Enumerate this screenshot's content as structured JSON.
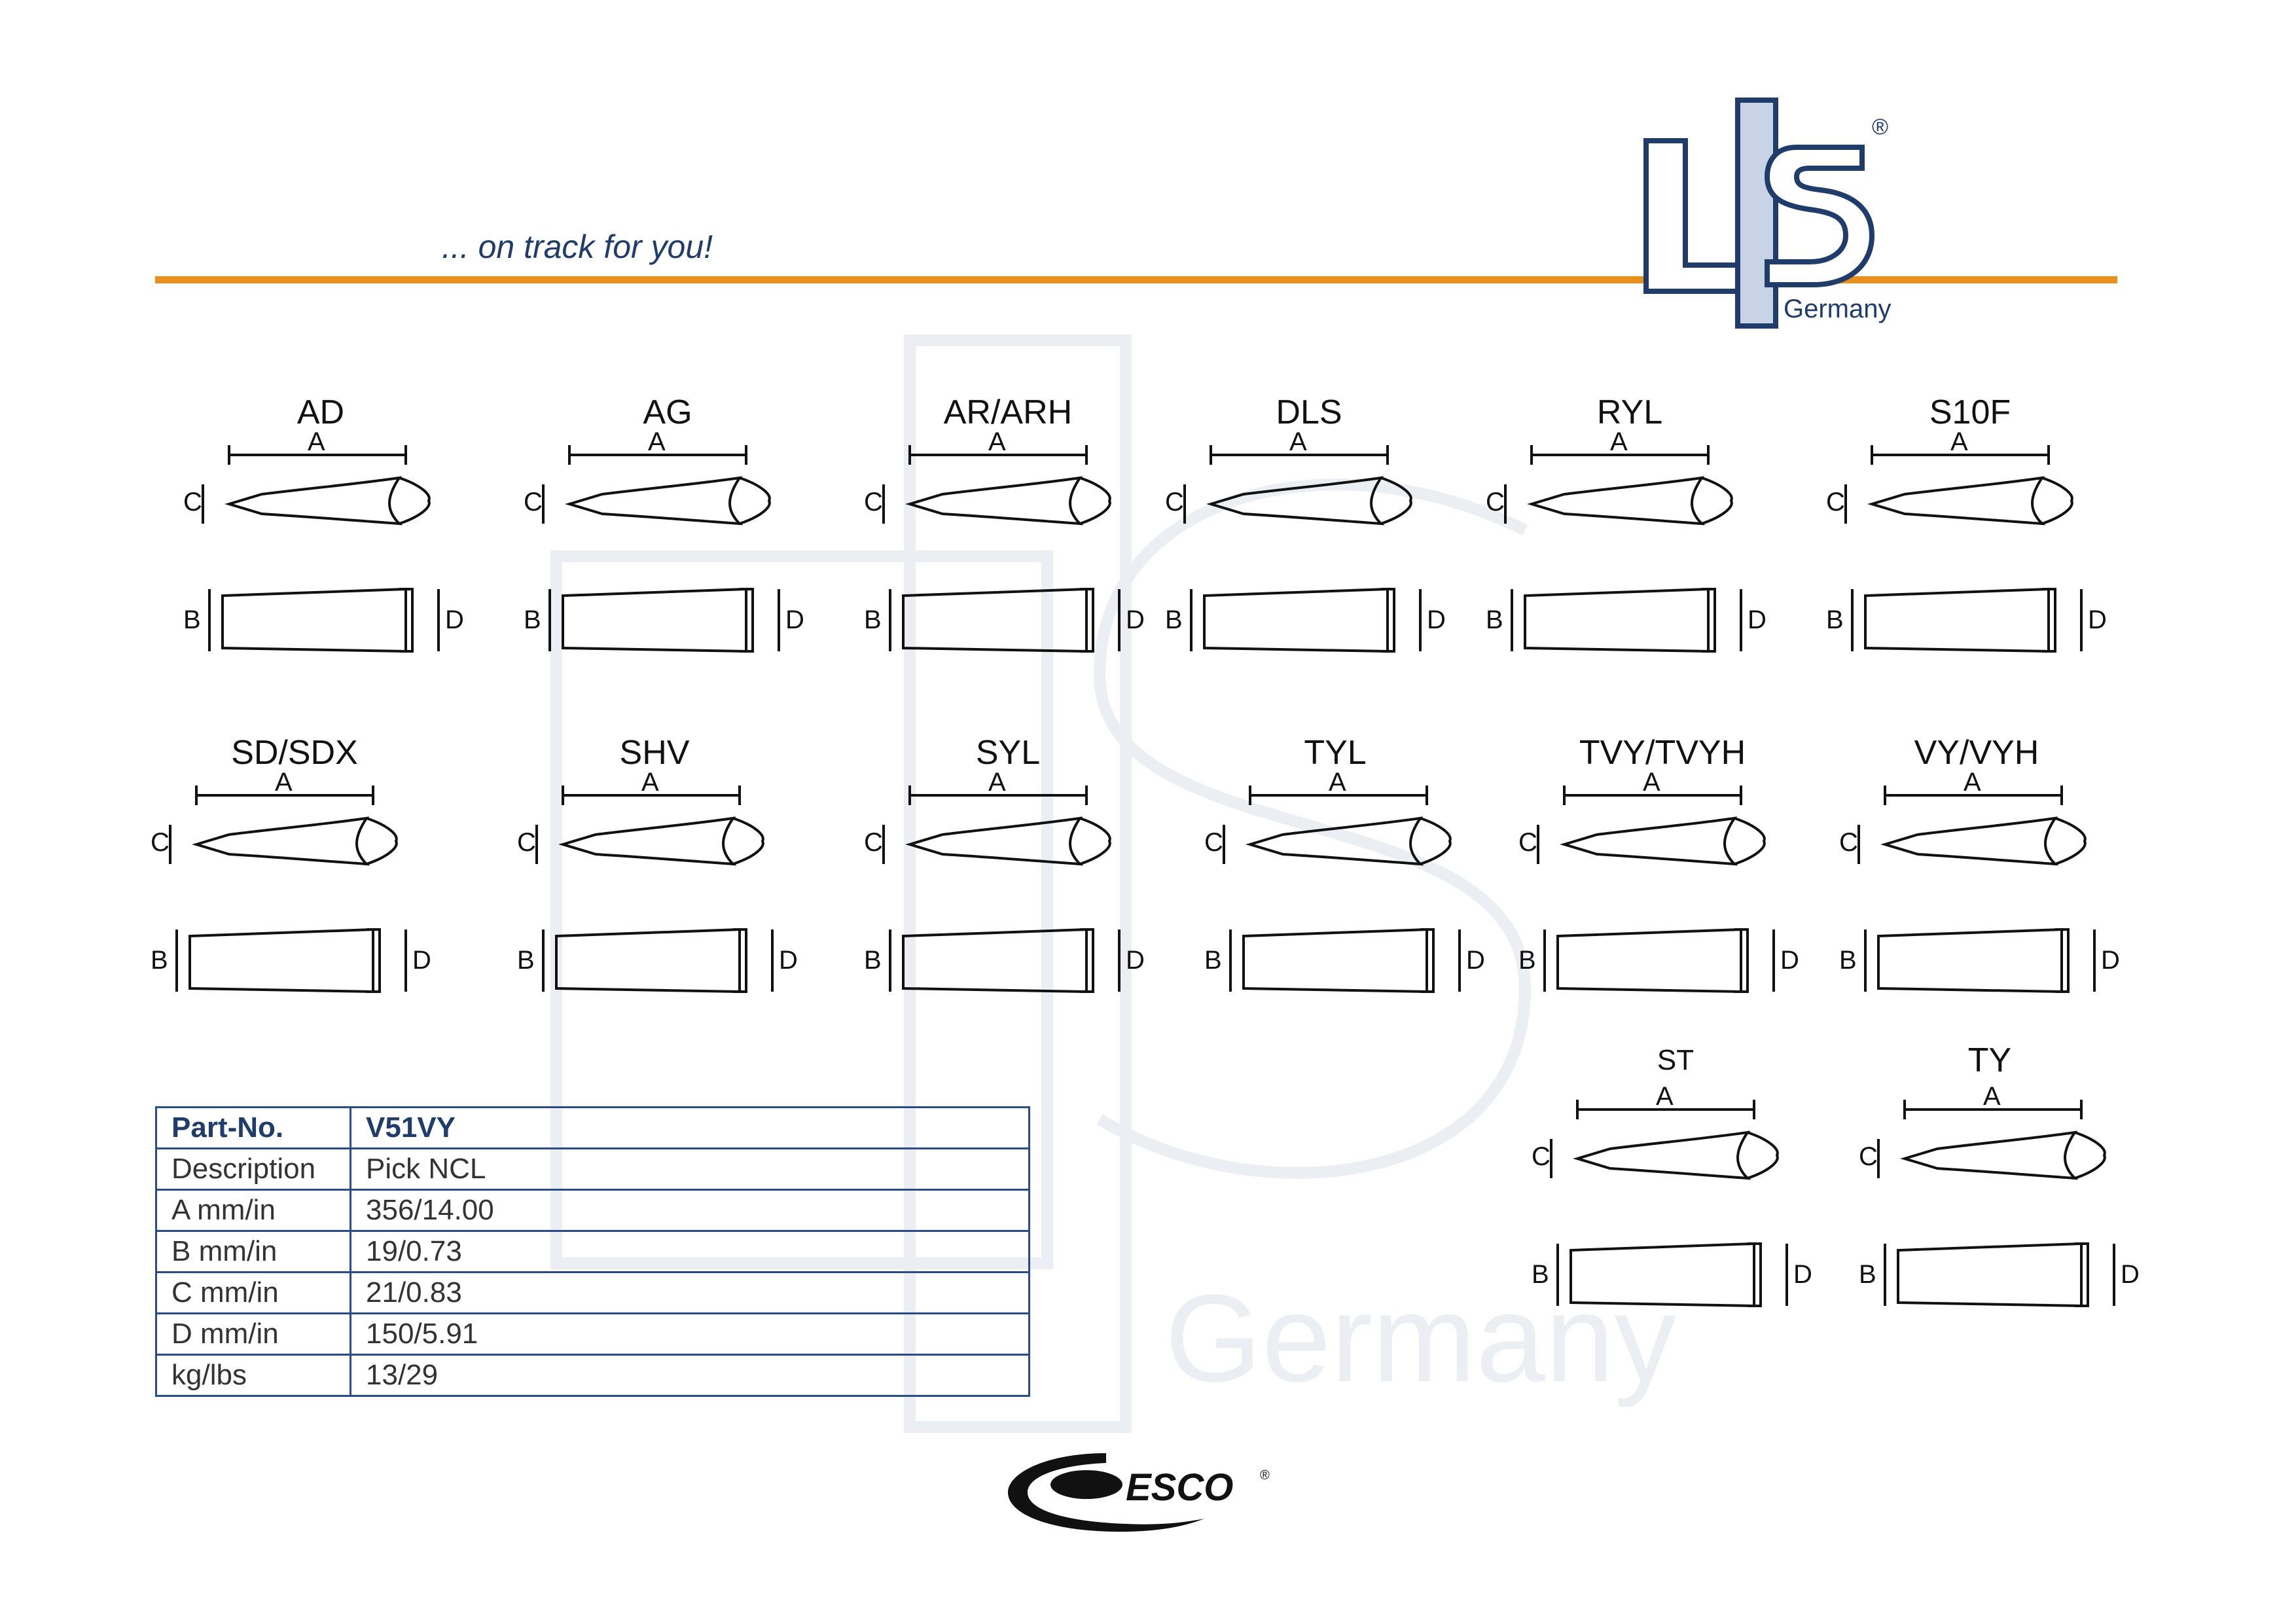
{
  "header": {
    "tagline": "... on track for you!",
    "logo_word": "Germany",
    "logo_mark": "LIS",
    "registered": "®",
    "accent_color": "#e8901e",
    "brand_color": "#1f3c6b"
  },
  "diagrams": [
    {
      "name": "AD"
    },
    {
      "name": "AG"
    },
    {
      "name": "AR/ARH"
    },
    {
      "name": "DLS"
    },
    {
      "name": "RYL"
    },
    {
      "name": "S10F"
    },
    {
      "name": "SD/SDX"
    },
    {
      "name": "SHV"
    },
    {
      "name": "SYL"
    },
    {
      "name": "TYL"
    },
    {
      "name": "TVY/TVYH"
    },
    {
      "name": "VY/VYH"
    },
    {
      "name": "ST"
    },
    {
      "name": "TY"
    }
  ],
  "dimension_letters": {
    "a": "A",
    "b": "B",
    "c": "C",
    "d": "D"
  },
  "specs": {
    "rows": [
      {
        "key": "Part-No.",
        "value": "V51VY"
      },
      {
        "key": "Description",
        "value": "Pick NCL"
      },
      {
        "key": "A mm/in",
        "value": "356/14.00"
      },
      {
        "key": "B mm/in",
        "value": "19/0.73"
      },
      {
        "key": "C mm/in",
        "value": "21/0.83"
      },
      {
        "key": "D mm/in",
        "value": "150/5.91"
      },
      {
        "key": "kg/lbs",
        "value": "13/29"
      }
    ]
  },
  "footer": {
    "brand": "ESCO",
    "registered": "®"
  }
}
